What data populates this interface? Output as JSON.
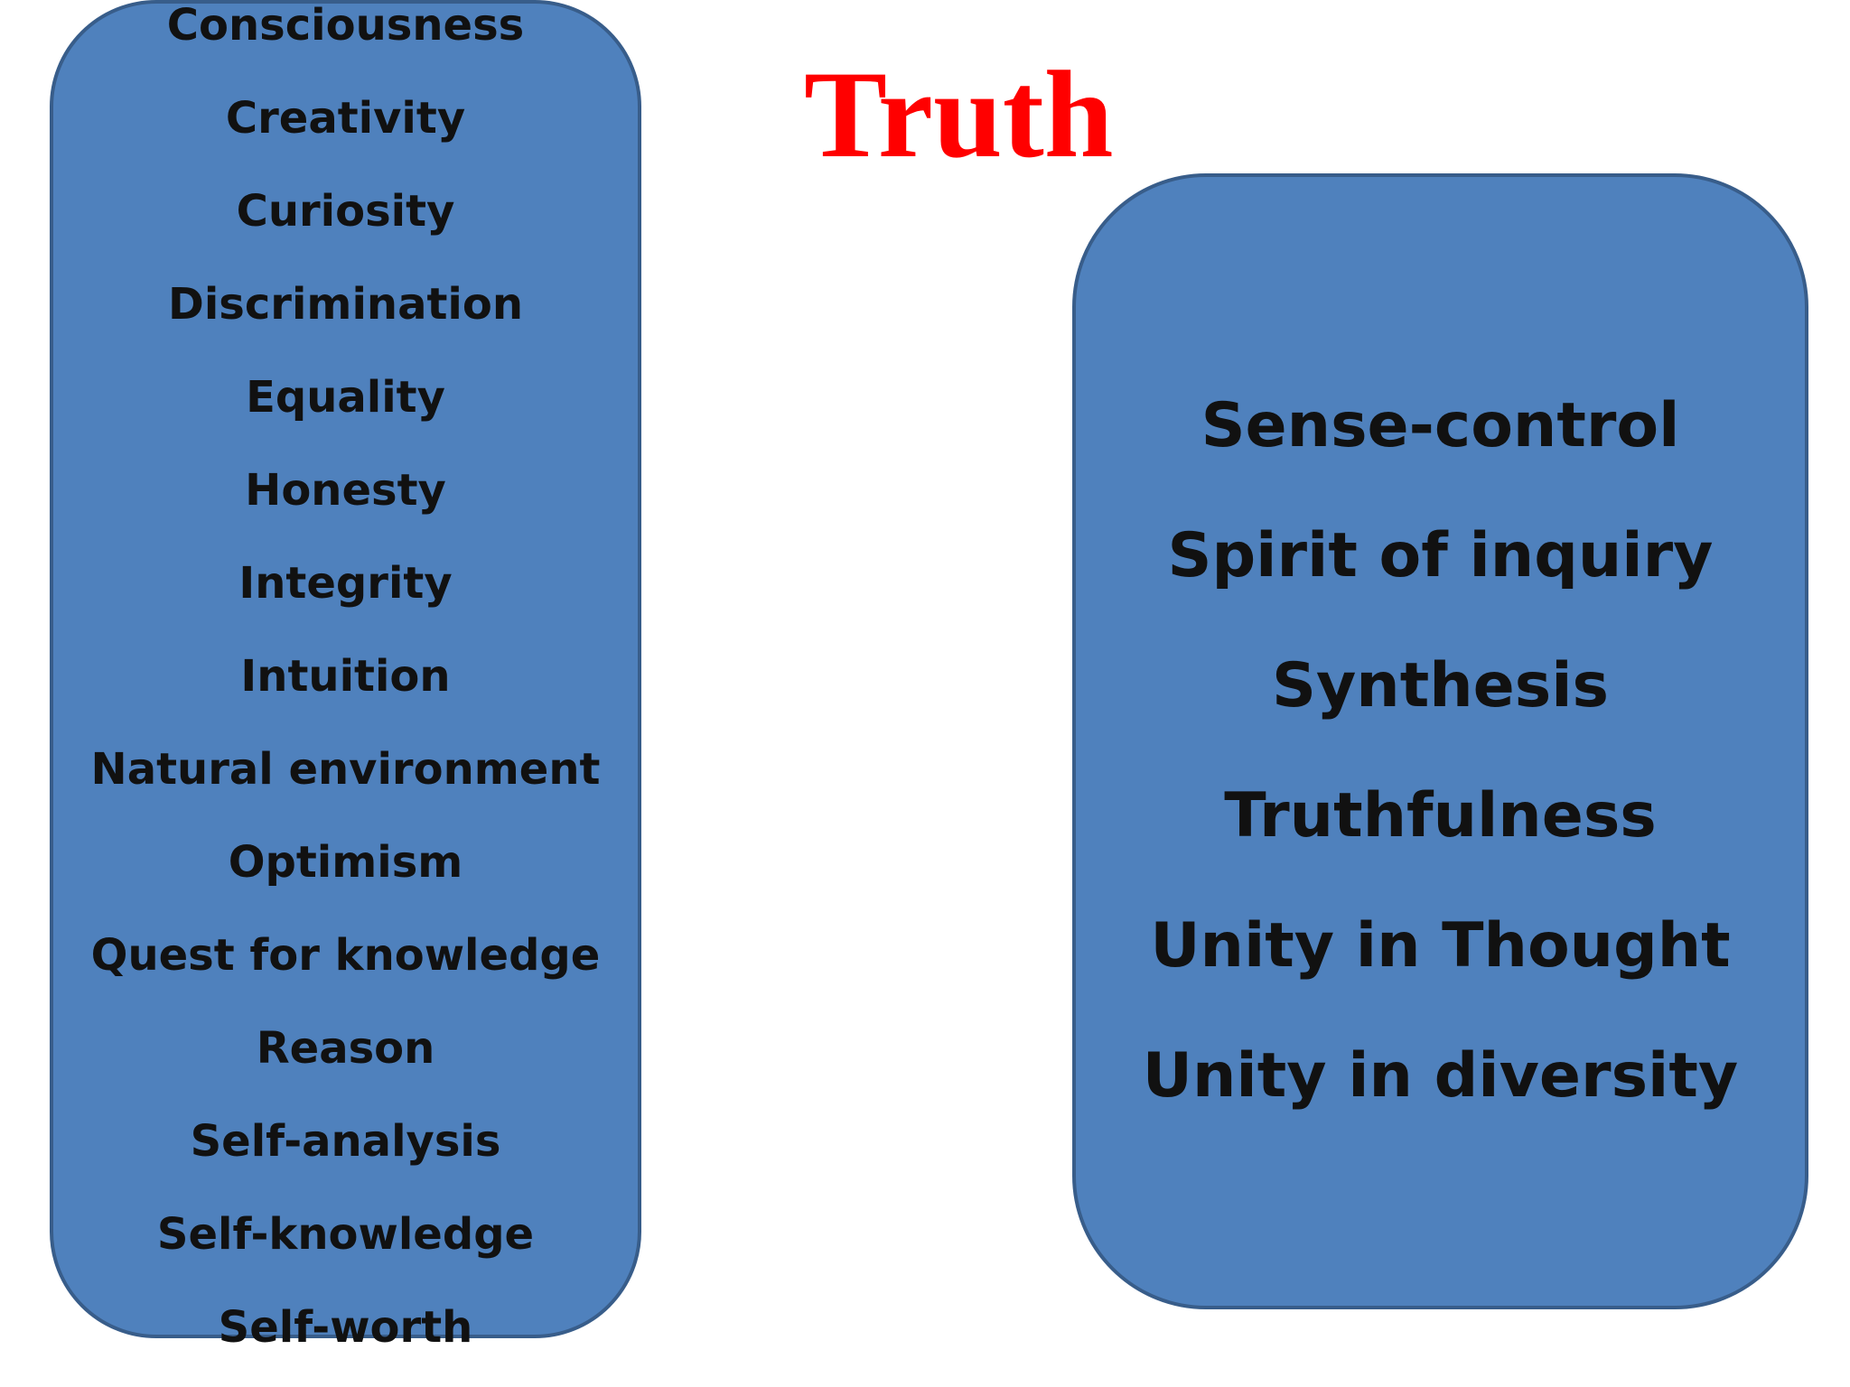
{
  "title": "Truth",
  "colors": {
    "title": "#ff0000",
    "box_fill": "#4f81bd",
    "box_border": "#385d8a",
    "text": "#111111",
    "background": "#ffffff"
  },
  "left_list": [
    "Consciousness",
    "Creativity",
    "Curiosity",
    "Discrimination",
    "Equality",
    "Honesty",
    "Integrity",
    "Intuition",
    "Natural environment",
    "Optimism",
    "Quest for knowledge",
    "Reason",
    "Self-analysis",
    "Self-knowledge",
    "Self-worth"
  ],
  "right_list": [
    "Sense-control",
    "Spirit of inquiry",
    "Synthesis",
    "Truthfulness",
    "Unity in Thought",
    "Unity in diversity"
  ]
}
